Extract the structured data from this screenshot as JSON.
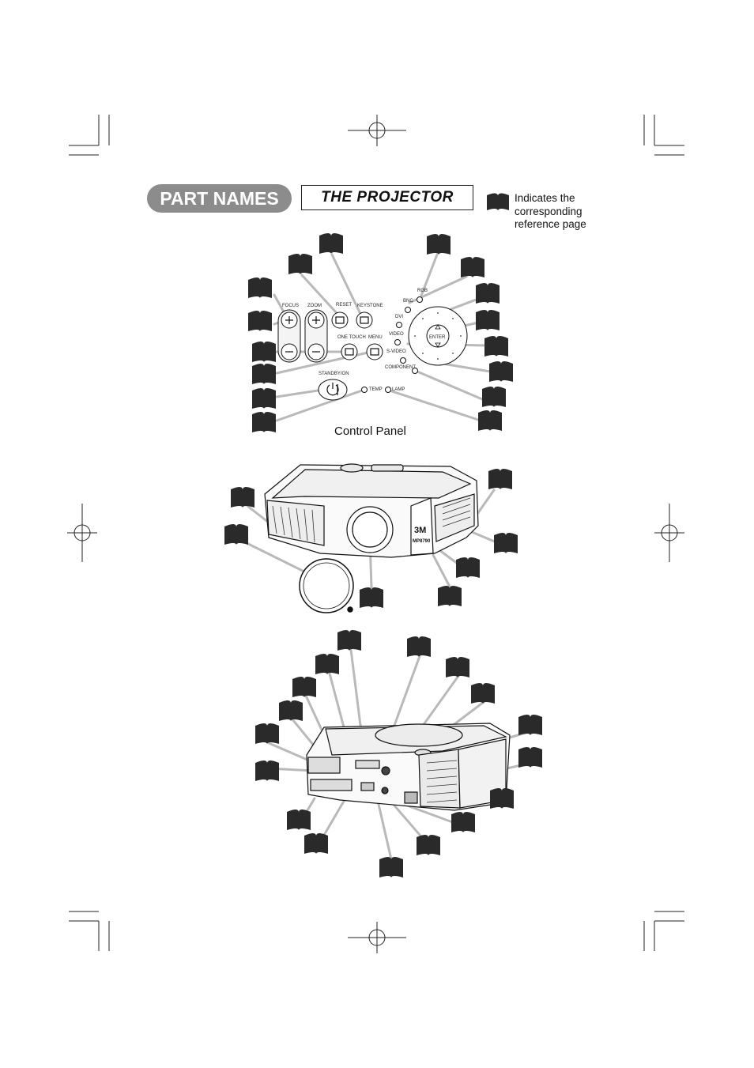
{
  "header": {
    "section_title": "PART NAMES",
    "subsection_title": "THE PROJECTOR"
  },
  "legend": {
    "icon": "book-icon",
    "lines": [
      "Indicates the",
      "corresponding",
      "reference page"
    ]
  },
  "control_panel": {
    "caption": "Control Panel",
    "labels": {
      "focus": "FOCUS",
      "zoom": "ZOOM",
      "reset": "RESET",
      "keystone": "KEYSTONE",
      "one_touch": "ONE TOUCH",
      "menu": "MENU",
      "standby_on": "STANDBY/ON",
      "temp": "TEMP",
      "lamp": "LAMP",
      "rgb": "RGB",
      "bnc": "BNC",
      "dvi": "DVI",
      "video": "VIDEO",
      "s_video": "S-VIDEO",
      "component": "COMPONENT",
      "enter": "ENTER"
    }
  },
  "projector_front": {
    "brand": "3M",
    "model": "MP8790"
  },
  "colors": {
    "book_icon": "#2a2a2a",
    "header_pill": "#8c8c8c",
    "leader_line": "#b5b5b5"
  }
}
